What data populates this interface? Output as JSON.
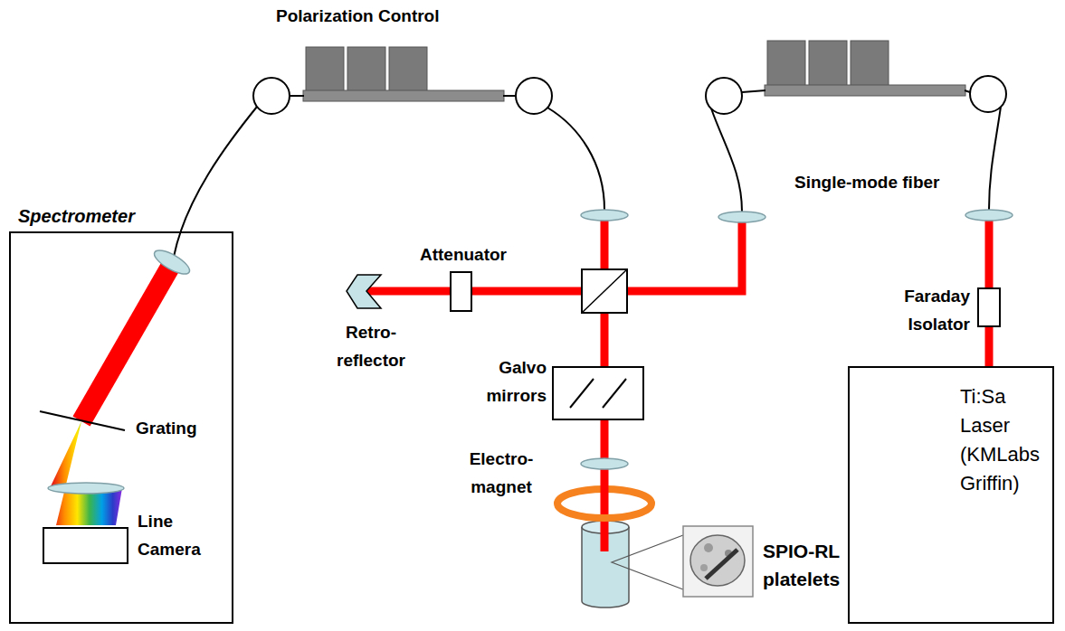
{
  "diagram": {
    "nodes": [
      {
        "text": [
          "Spectrometer"
        ]
      },
      {
        "text": [
          "Line Camera"
        ],
        "in": 0
      },
      {
        "text": [
          "Attenuator"
        ]
      },
      {
        "text": [
          "Galvo mirrors"
        ]
      },
      {
        "text": [
          "Faraday Isolator"
        ]
      },
      {
        "text": [
          "Ti:Sa Laser (KMLabs Griffin)"
        ]
      }
    ],
    "edges": [
      {
        "from": 5,
        "to": 4,
        "arrow": "none"
      }
    ],
    "labels": [
      "Polarization Control",
      "Single-mode fiber",
      "Grating",
      "Retro- reflector",
      "Electro- magnet",
      "SPIO-RL platelets"
    ]
  }
}
